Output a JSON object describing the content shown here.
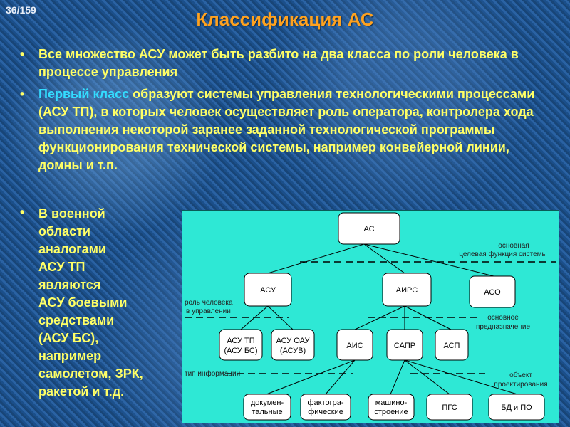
{
  "slide_number": "36/159",
  "title": "Классификация АС",
  "bullet1": "Все множество АСУ может быть разбито на два класса по роли человека в процессе управления",
  "bullet2": {
    "highlight": "Первый класс",
    "rest": " образуют системы управления технологическими процессами (АСУ ТП), в которых человек осуществляет роль оператора, контролера хода выполнения некоторой заранее заданной технологической программы функционирования технической системы, например конвейерной линии, домны и т.п."
  },
  "bullet3_lines": [
    "В военной",
    "области",
    "аналогами",
    "АСУ ТП",
    "являются",
    "АСУ боевыми",
    "средствами",
    "(АСУ БС),",
    "например",
    "самолетом, ЗРК,",
    "ракетой и т.д."
  ],
  "diagram": {
    "nodes": {
      "as": "АС",
      "asu": "АСУ",
      "airs": "АИРС",
      "aso": "АСО",
      "asutp_1": "АСУ ТП",
      "asutp_2": "(АСУ БС)",
      "asuoau_1": "АСУ ОАУ",
      "asuoau_2": "(АСУВ)",
      "ais": "АИС",
      "sapr": "САПР",
      "asp": "АСП",
      "doc_1": "докумен-",
      "doc_2": "тальные",
      "fact_1": "фактогра-",
      "fact_2": "фические",
      "mash_1": "машино-",
      "mash_2": "строение",
      "pgs": "ПГС",
      "bd": "БД и ПО"
    },
    "labels": {
      "goal_1": "основная",
      "goal_2": "целевая функция системы",
      "role_1": "роль человека",
      "role_2": "в управлении",
      "purpose_1": "основное",
      "purpose_2": "предназначение",
      "info": "тип информации",
      "object_1": "объект",
      "object_2": "проектирования"
    }
  }
}
